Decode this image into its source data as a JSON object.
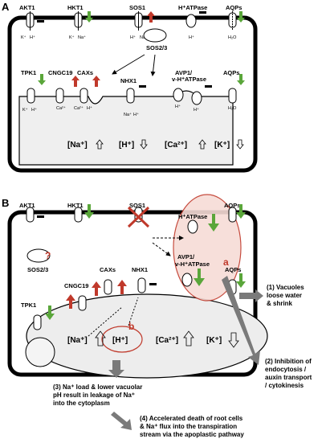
{
  "panel_a": {
    "letter": "A",
    "pm_transporters": [
      "AKT1",
      "HKT1",
      "SOS1",
      "H⁺ATPase",
      "AQPs"
    ],
    "tonoplast_transporters": [
      "TPK1",
      "CNGC19",
      "CAXs",
      "NHX1",
      "AVP1/",
      "v-H⁺ATPase",
      "AQPs"
    ],
    "sos": "SOS2/3",
    "ion_akt": [
      "K⁺",
      "H⁺"
    ],
    "ion_hkt": [
      "K⁺",
      "Na⁺"
    ],
    "ion_sos": [
      "H⁺",
      "Na⁺"
    ],
    "ion_h": "H⁺",
    "ion_h2o": "H₂O",
    "ion_tpk": [
      "K⁺",
      "H⁺"
    ],
    "ion_cngc": "Ca²⁺",
    "ion_cax": [
      "Ca²⁺",
      "H⁺"
    ],
    "ion_nhx": [
      "Na⁺",
      "H⁺"
    ],
    "ion_avp": [
      "H⁺",
      "H⁺"
    ],
    "vac_ions": [
      "[Na⁺]",
      "[H⁺]",
      "[Ca²⁺]",
      "[K⁺]"
    ]
  },
  "panel_b": {
    "letter": "B",
    "pm_transporters": [
      "AKT1",
      "HKT1",
      "SOS1",
      "H⁺ATPase",
      "AQPs"
    ],
    "tonoplast_transporters": [
      "TPK1",
      "CNGC19",
      "CAXs",
      "NHX1",
      "AVP1/",
      "v-H⁺ATPase",
      "AQPs"
    ],
    "sos": "SOS2/3",
    "question": "?",
    "label_a": "a",
    "label_b": "b",
    "vac_ions": [
      "[Na⁺]",
      "[H⁺]",
      "[Ca²⁺]",
      "[K⁺]"
    ],
    "outcome1": [
      "(1) Vacuoles",
      "loose water",
      "& shrink"
    ],
    "outcome2": [
      "(2) Inhibition of",
      "endocytosis /",
      "auxin transport",
      "/ cytokinesis"
    ],
    "outcome3": [
      "(3) Na⁺ load & lower vacuolar",
      "pH result in leakage of Na⁺",
      "into the cytoplasm"
    ],
    "outcome4": [
      "(4) Accelerated death of root cells",
      "& Na⁺ flux into the transpiration",
      "stream via the apoplastic pathway"
    ]
  },
  "colors": {
    "up": "#c0392b",
    "down": "#5aa63a",
    "ellipse_fill": "#f7dcd6",
    "ellipse_stroke": "#c0392b",
    "arrow_grey": "#7a7a7a"
  }
}
